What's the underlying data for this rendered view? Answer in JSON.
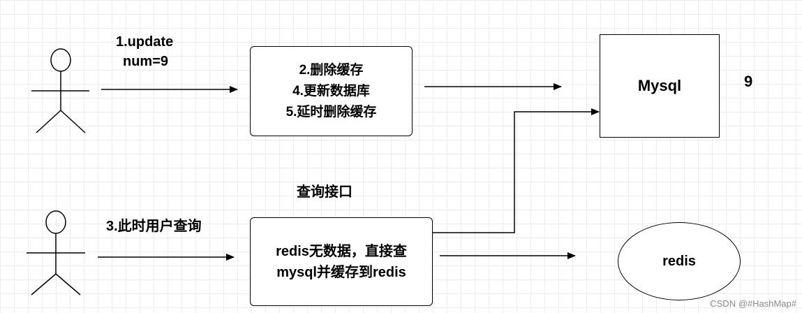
{
  "actor_top_label": [
    "1.update",
    "num=9"
  ],
  "actor_bottom_label": "3.此时用户查询",
  "process_box_lines": [
    "2.删除缓存",
    "4.更新数据库",
    "5.延时删除缓存"
  ],
  "query_interface_label": "查询接口",
  "query_box_lines": [
    "redis无数据，直接查",
    "mysql并缓存到redis"
  ],
  "mysql_label": "Mysql",
  "mysql_value": "9",
  "redis_label": "redis",
  "watermark": "CSDN @#HashMap#"
}
